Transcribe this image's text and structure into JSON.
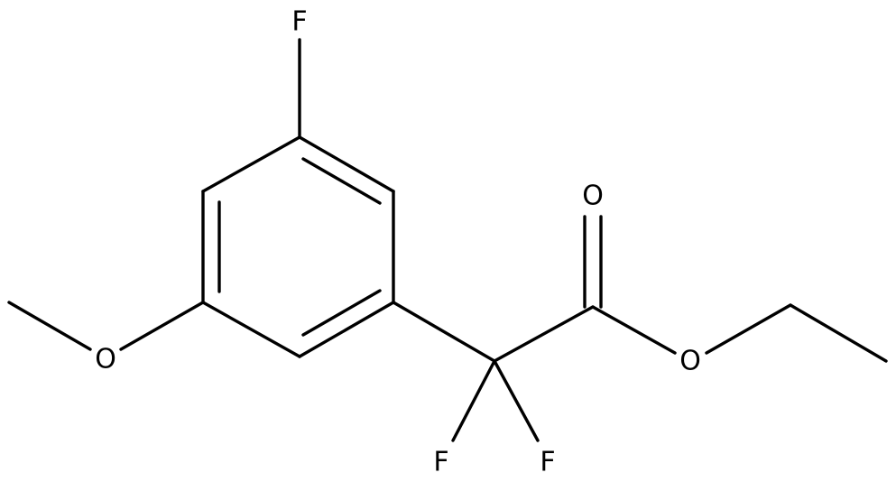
{
  "molecule": {
    "atoms": {
      "F_ring": "F",
      "O_methoxy": "O",
      "O_carbonyl": "O",
      "O_ester": "O",
      "F_alpha_left": "F",
      "F_alpha_right": "F"
    }
  },
  "colors": {
    "bond": "#000000",
    "label": "#000000",
    "background": "#ffffff"
  }
}
